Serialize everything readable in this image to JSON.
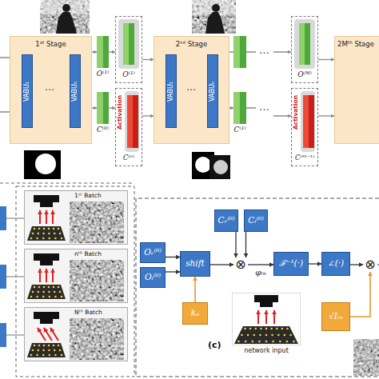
{
  "diagram": {
    "nodes": [
      {
        "text": [
          "1ˢᵗ Stage"
        ]
      },
      {
        "text": [
          "VABU₁"
        ],
        "in": 0
      },
      {
        "text": [
          "VABUₙ"
        ],
        "in": 0
      },
      {
        "text": [
          "O⁽¹⁾"
        ]
      },
      {
        "text": [
          "C⁽⁰⁾"
        ]
      },
      {
        "text": [
          "O⁽¹⁾"
        ]
      },
      {
        "text": [
          "Activation",
          "C⁽⁰⁾"
        ]
      },
      {
        "text": [
          "2ⁿᵈ Stage"
        ]
      },
      {
        "text": [
          "VABU₁"
        ],
        "in": 7
      },
      {
        "text": [
          "VABUₙ"
        ],
        "in": 7
      },
      {
        "text": [
          "C⁽¹⁾"
        ]
      },
      {
        "text": [
          "O⁽ᴹ⁾"
        ]
      },
      {
        "text": [
          "Activation",
          "C⁽ᴹ⁻¹⁾"
        ]
      },
      {
        "text": [
          "2Mᵗʰ Stage"
        ]
      },
      {
        "text": [
          "1ˢᵗ Batch"
        ]
      },
      {
        "text": [
          "nᵗʰ Batch"
        ]
      },
      {
        "text": [
          "Nᵗʰ Batch"
        ]
      },
      {
        "text": [
          "Oᵣ⁽⁰⁾"
        ]
      },
      {
        "text": [
          "Oᵢ⁽⁰⁾"
        ]
      },
      {
        "text": [
          "shift"
        ]
      },
      {
        "text": [
          "Cᵣ⁽⁰⁾"
        ]
      },
      {
        "text": [
          "Cᵢ⁽⁰⁾"
        ]
      },
      {
        "text": [
          "⊗"
        ]
      },
      {
        "text": [
          "ℱ⁻¹(·)"
        ]
      },
      {
        "text": [
          "∠(·)"
        ]
      },
      {
        "text": [
          "⊗"
        ]
      },
      {
        "text": [
          "kₙ"
        ]
      },
      {
        "text": [
          "√Iₗₙ"
        ]
      },
      {
        "text": [
          "network input"
        ]
      }
    ],
    "edges": [
      {
        "from": 0,
        "to": 3,
        "arrow": "to"
      },
      {
        "from": 0,
        "to": 4,
        "arrow": "to"
      },
      {
        "from": 3,
        "to": 5,
        "arrow": "to"
      },
      {
        "from": 4,
        "to": 6,
        "arrow": "to"
      },
      {
        "from": 5,
        "to": 7,
        "arrow": "to"
      },
      {
        "from": 6,
        "to": 7,
        "arrow": "to"
      },
      {
        "from": 7,
        "to": 10,
        "arrow": "to"
      },
      {
        "from": 11,
        "to": 13,
        "arrow": "to"
      },
      {
        "from": 12,
        "to": 13,
        "arrow": "to"
      },
      {
        "from": 17,
        "to": 19,
        "arrow": "to"
      },
      {
        "from": 18,
        "to": 19,
        "arrow": "to"
      },
      {
        "from": 19,
        "to": 22,
        "arrow": "to"
      },
      {
        "from": 20,
        "to": 22,
        "arrow": "to"
      },
      {
        "from": 21,
        "to": 22,
        "arrow": "to"
      },
      {
        "from": 22,
        "to": 23,
        "label": "φₗₙ",
        "arrow": "to"
      },
      {
        "from": 23,
        "to": 24,
        "arrow": "to"
      },
      {
        "from": 24,
        "to": 25,
        "arrow": "to"
      },
      {
        "from": 26,
        "to": 19,
        "arrow": "to"
      },
      {
        "from": 27,
        "to": 25,
        "arrow": "to"
      }
    ],
    "labels": [
      "…",
      "…",
      "…",
      "…",
      "(c)"
    ]
  }
}
